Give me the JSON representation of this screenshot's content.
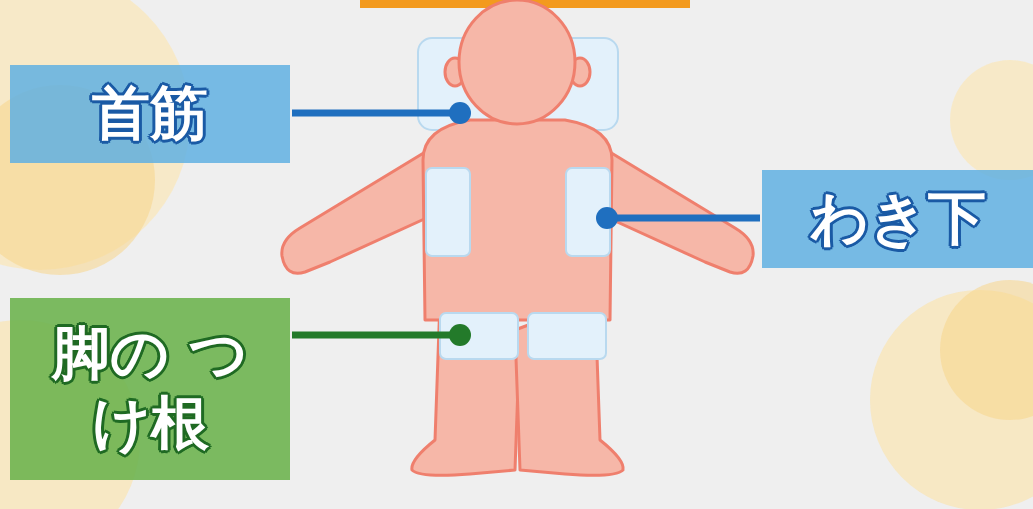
{
  "diagram": {
    "nodes": [
      {
        "text": [
          "首筋"
        ]
      },
      {
        "text": [
          "わき下"
        ]
      },
      {
        "text": [
          "脚の つけ根"
        ]
      }
    ]
  }
}
